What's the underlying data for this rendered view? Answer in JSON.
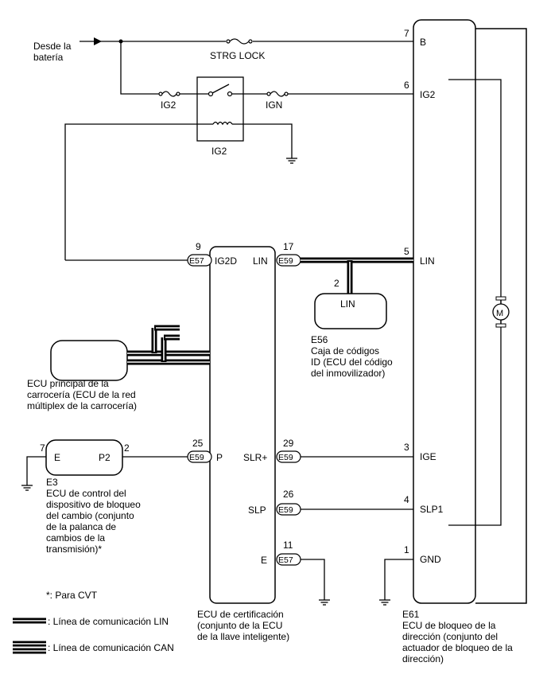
{
  "source_label": [
    "Desde la",
    "batería"
  ],
  "fuses": {
    "strg_lock": "STRG LOCK",
    "ig2": "IG2",
    "ign": "IGN",
    "relay": "IG2"
  },
  "steering_ecu": {
    "code": "E61",
    "name_lines": [
      "ECU de bloqueo de la",
      "dirección (conjunto del",
      "actuador de bloqueo de la",
      "dirección)"
    ],
    "motor": "M",
    "pins": [
      {
        "num": "7",
        "name": "B"
      },
      {
        "num": "6",
        "name": "IG2"
      },
      {
        "num": "5",
        "name": "LIN"
      },
      {
        "num": "3",
        "name": "IGE"
      },
      {
        "num": "4",
        "name": "SLP1"
      },
      {
        "num": "1",
        "name": "GND"
      }
    ]
  },
  "cert_ecu": {
    "name_lines": [
      "ECU de certificación",
      "(conjunto de la ECU",
      "de la llave inteligente)"
    ],
    "left_pins": [
      {
        "num": "9",
        "connector": "E57",
        "name": "IG2D"
      },
      {
        "num": "25",
        "connector": "E59",
        "name": "P"
      }
    ],
    "right_pins": [
      {
        "num": "17",
        "connector": "E59",
        "name": "LIN"
      },
      {
        "num": "29",
        "connector": "E59",
        "name": "SLR+"
      },
      {
        "num": "26",
        "connector": "E59",
        "name": "SLP"
      },
      {
        "num": "11",
        "connector": "E57",
        "name": "E"
      }
    ]
  },
  "id_box": {
    "code": "E56",
    "pin_num": "2",
    "pin_name": "LIN",
    "name_lines": [
      "Caja de códigos",
      "ID (ECU del código",
      "del inmovilizador)"
    ]
  },
  "body_ecu": {
    "name_lines": [
      "ECU principal de la",
      "carrocería (ECU de la red",
      "múltiplex de la carrocería)"
    ]
  },
  "shift_ecu": {
    "code": "E3",
    "pin_e_num": "7",
    "pin_e_name": "E",
    "pin_p2_num": "2",
    "pin_p2_name": "P2",
    "name_lines": [
      "ECU de control del",
      "dispositivo de bloqueo",
      "del cambio (conjunto",
      "de la palanca de",
      "cambios de la",
      "transmisión)*"
    ]
  },
  "footnote": "*: Para CVT",
  "legend": {
    "lin": ": Línea de comunicación LIN",
    "can": ": Línea de comunicación CAN"
  }
}
